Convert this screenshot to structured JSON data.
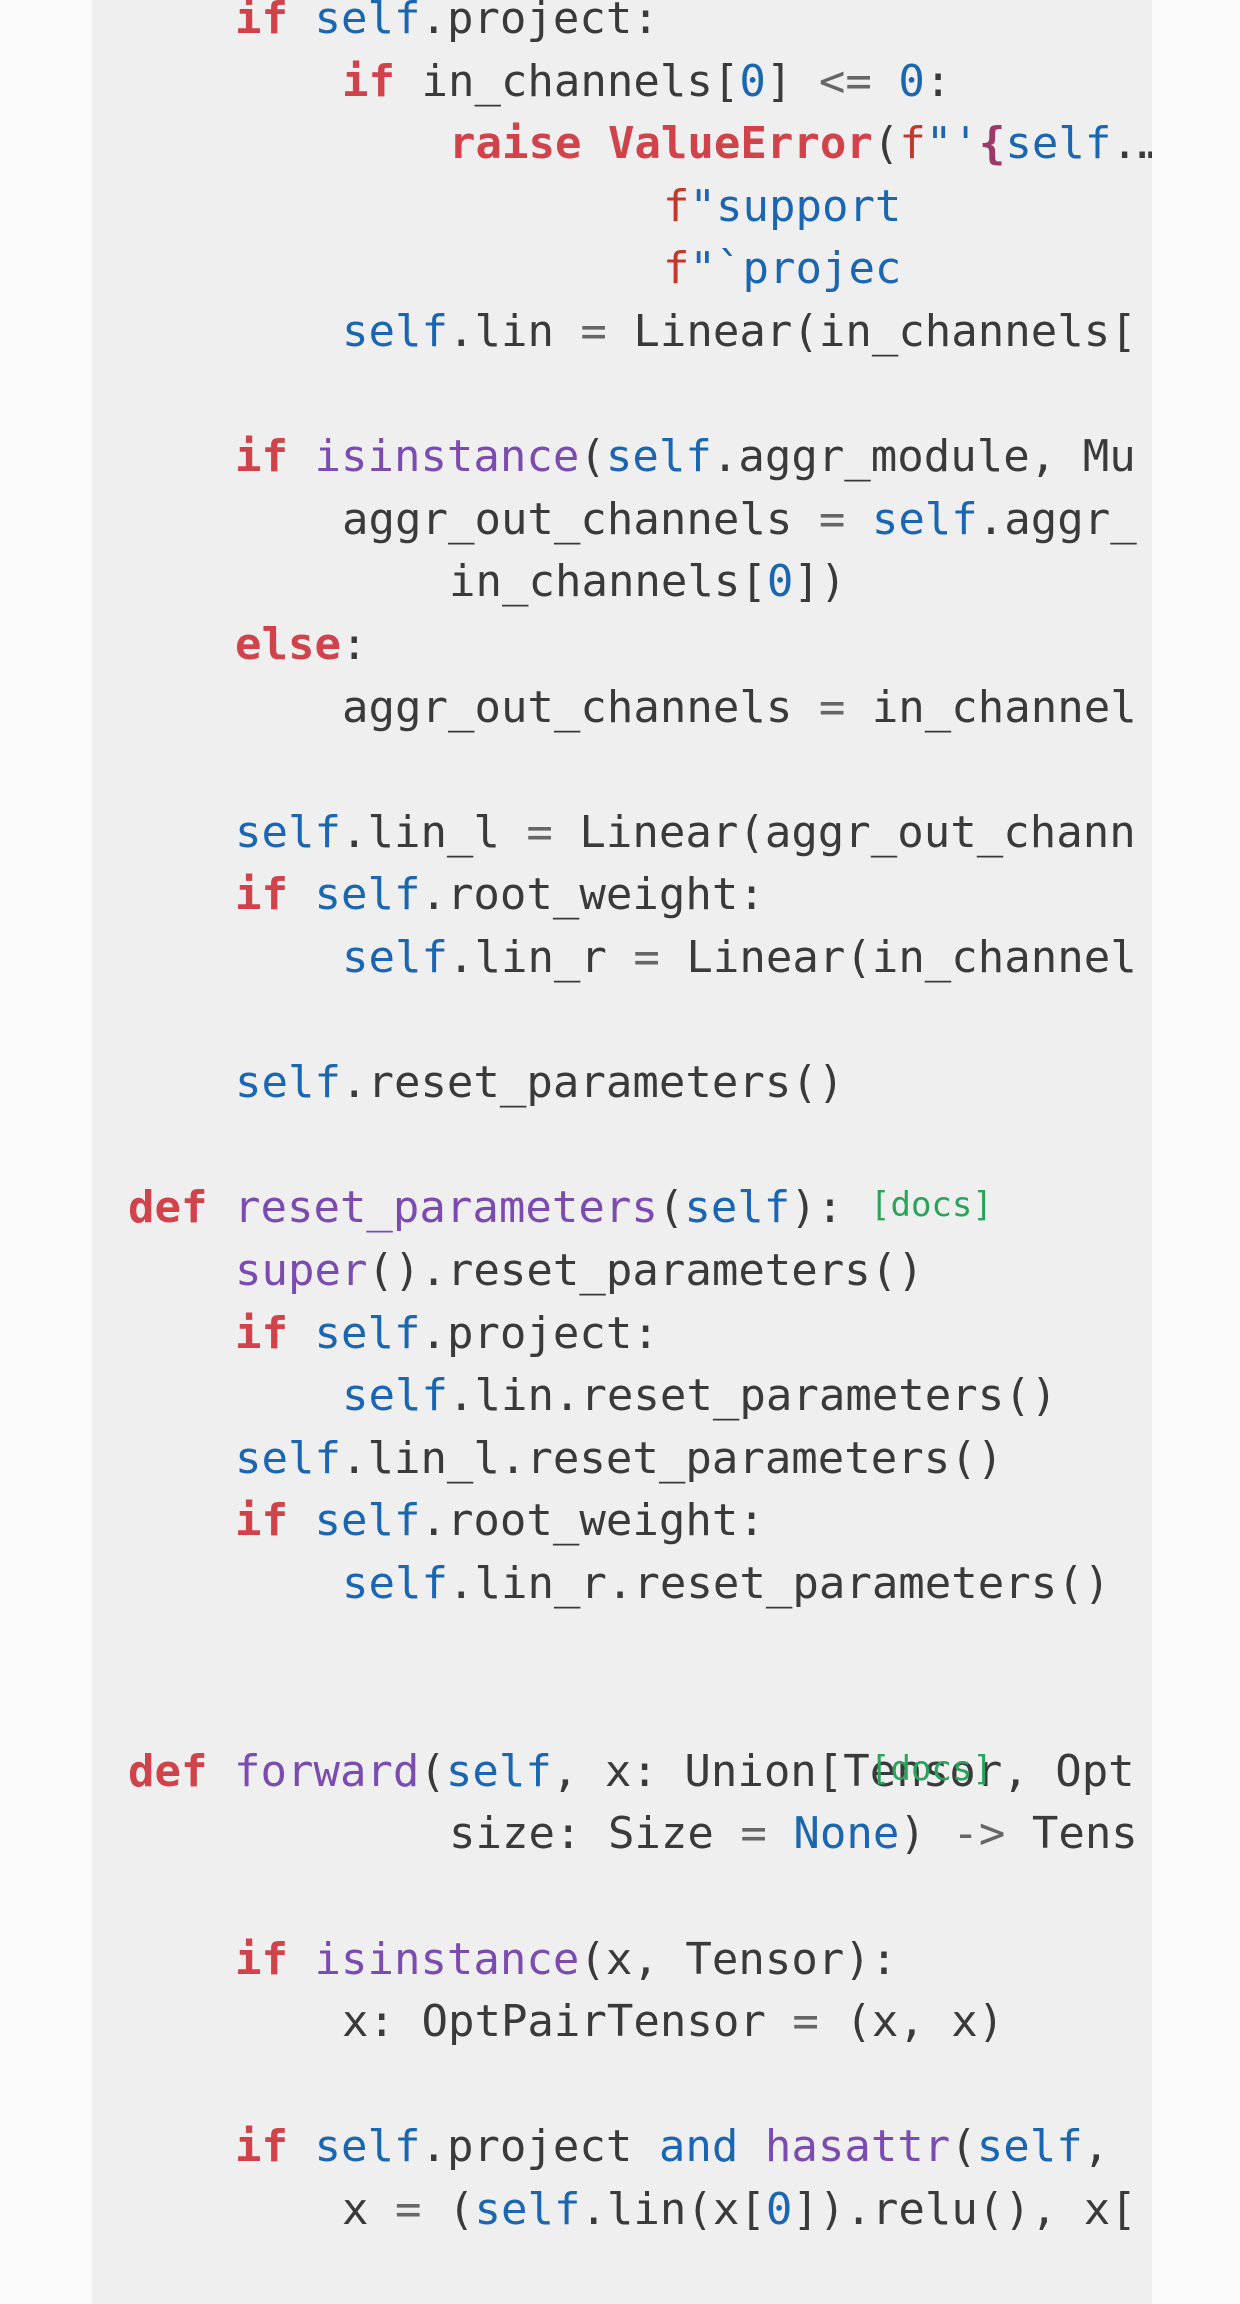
{
  "docs_label": "[docs]",
  "code_lines": [
    [
      [
        "kw",
        "if"
      ],
      [
        "txt",
        " "
      ],
      [
        "sf",
        "self"
      ],
      [
        "txt",
        ".project:"
      ]
    ],
    [
      [
        "kw",
        "if"
      ],
      [
        "txt",
        " in_channels["
      ],
      [
        "num",
        "0"
      ],
      [
        "txt",
        "] "
      ],
      [
        "op",
        "<="
      ],
      [
        "txt",
        " "
      ],
      [
        "num",
        "0"
      ],
      [
        "txt",
        ":"
      ]
    ],
    [
      [
        "kw",
        "raise"
      ],
      [
        "txt",
        " "
      ],
      [
        "kw",
        "ValueError"
      ],
      [
        "txt",
        "("
      ],
      [
        "strp",
        "f"
      ],
      [
        "str",
        "\"'"
      ],
      [
        "br",
        "{"
      ],
      [
        "sf",
        "self"
      ],
      [
        "txt",
        ".…"
      ]
    ],
    [
      [
        "strp",
        "f"
      ],
      [
        "str",
        "\"support"
      ]
    ],
    [
      [
        "strp",
        "f"
      ],
      [
        "str",
        "\"`projec"
      ]
    ],
    [
      [
        "sf",
        "self"
      ],
      [
        "txt",
        ".lin "
      ],
      [
        "op",
        "="
      ],
      [
        "txt",
        " Linear(in_channels["
      ]
    ],
    [],
    [
      [
        "kw",
        "if"
      ],
      [
        "txt",
        " "
      ],
      [
        "fn",
        "isinstance"
      ],
      [
        "txt",
        "("
      ],
      [
        "sf",
        "self"
      ],
      [
        "txt",
        ".aggr_module, Mu"
      ]
    ],
    [
      [
        "txt",
        "aggr_out_channels "
      ],
      [
        "op",
        "="
      ],
      [
        "txt",
        " "
      ],
      [
        "sf",
        "self"
      ],
      [
        "txt",
        ".aggr_"
      ]
    ],
    [
      [
        "txt",
        "in_channels["
      ],
      [
        "num",
        "0"
      ],
      [
        "txt",
        "])"
      ]
    ],
    [
      [
        "kw",
        "else"
      ],
      [
        "txt",
        ":"
      ]
    ],
    [
      [
        "txt",
        "aggr_out_channels "
      ],
      [
        "op",
        "="
      ],
      [
        "txt",
        " in_channel"
      ]
    ],
    [],
    [
      [
        "sf",
        "self"
      ],
      [
        "txt",
        ".lin_l "
      ],
      [
        "op",
        "="
      ],
      [
        "txt",
        " Linear(aggr_out_chann"
      ]
    ],
    [
      [
        "kw",
        "if"
      ],
      [
        "txt",
        " "
      ],
      [
        "sf",
        "self"
      ],
      [
        "txt",
        ".root_weight:"
      ]
    ],
    [
      [
        "sf",
        "self"
      ],
      [
        "txt",
        ".lin_r "
      ],
      [
        "op",
        "="
      ],
      [
        "txt",
        " Linear(in_channel"
      ]
    ],
    [],
    [
      [
        "sf",
        "self"
      ],
      [
        "txt",
        ".reset_parameters()"
      ]
    ],
    [],
    [
      [
        "kw",
        "def"
      ],
      [
        "txt",
        " "
      ],
      [
        "fn",
        "reset_parameters"
      ],
      [
        "txt",
        "("
      ],
      [
        "sf",
        "self"
      ],
      [
        "txt",
        "):"
      ]
    ],
    [
      [
        "fn",
        "super"
      ],
      [
        "txt",
        "().reset_parameters()"
      ]
    ],
    [
      [
        "kw",
        "if"
      ],
      [
        "txt",
        " "
      ],
      [
        "sf",
        "self"
      ],
      [
        "txt",
        ".project:"
      ]
    ],
    [
      [
        "sf",
        "self"
      ],
      [
        "txt",
        ".lin.reset_parameters()"
      ]
    ],
    [
      [
        "sf",
        "self"
      ],
      [
        "txt",
        ".lin_l.reset_parameters()"
      ]
    ],
    [
      [
        "kw",
        "if"
      ],
      [
        "txt",
        " "
      ],
      [
        "sf",
        "self"
      ],
      [
        "txt",
        ".root_weight:"
      ]
    ],
    [
      [
        "sf",
        "self"
      ],
      [
        "txt",
        ".lin_r.reset_parameters()"
      ]
    ],
    [],
    [],
    [
      [
        "kw",
        "def"
      ],
      [
        "txt",
        " "
      ],
      [
        "fn",
        "forward"
      ],
      [
        "txt",
        "("
      ],
      [
        "sf",
        "self"
      ],
      [
        "txt",
        ", x: Union[Tensor, Opt"
      ]
    ],
    [
      [
        "txt",
        "size: Size "
      ],
      [
        "op",
        "="
      ],
      [
        "txt",
        " "
      ],
      [
        "num",
        "None"
      ],
      [
        "txt",
        ") "
      ],
      [
        "op",
        "->"
      ],
      [
        "txt",
        " Tens"
      ]
    ],
    [],
    [
      [
        "kw",
        "if"
      ],
      [
        "txt",
        " "
      ],
      [
        "fn",
        "isinstance"
      ],
      [
        "txt",
        "(x, Tensor):"
      ]
    ],
    [
      [
        "txt",
        "x: OptPairTensor "
      ],
      [
        "op",
        "="
      ],
      [
        "txt",
        " (x, x)"
      ]
    ],
    [],
    [
      [
        "kw",
        "if"
      ],
      [
        "txt",
        " "
      ],
      [
        "sf",
        "self"
      ],
      [
        "txt",
        ".project "
      ],
      [
        "sf",
        "and"
      ],
      [
        "txt",
        " "
      ],
      [
        "fn",
        "hasattr"
      ],
      [
        "txt",
        "("
      ],
      [
        "sf",
        "self"
      ],
      [
        "txt",
        ","
      ]
    ],
    [
      [
        "txt",
        "x "
      ],
      [
        "op",
        "="
      ],
      [
        "txt",
        " ("
      ],
      [
        "sf",
        "self"
      ],
      [
        "txt",
        ".lin(x["
      ],
      [
        "num",
        "0"
      ],
      [
        "txt",
        "]).relu(), x["
      ]
    ]
  ]
}
